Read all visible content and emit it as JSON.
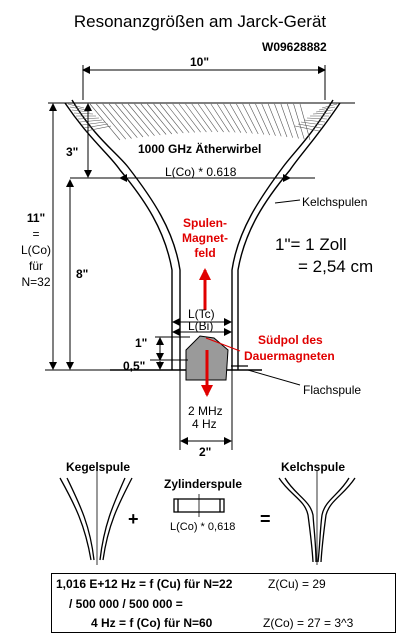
{
  "title": "Resonanzgrößen am Jarck-Gerät",
  "code": "W09628882",
  "dimensions": {
    "top_width": "10\"",
    "depth_3": "3\"",
    "depth_11_lines": [
      "11\"",
      "=",
      "L(Co)",
      "für",
      "N=32"
    ],
    "depth_8": "8\"",
    "depth_1": "1\"",
    "depth_05": "0,5\"",
    "bottom_width": "2\""
  },
  "labels": {
    "aether": "1000 GHz Ätherwirbel",
    "lco_0618": "L(Co) * 0.618",
    "kelchspulen": "Kelchspulen",
    "spulen_field_lines": [
      "Spulen-",
      "Magnet-",
      "feld"
    ],
    "inch_line1": "1\"= 1 Zoll",
    "inch_line2": "= 2,54 cm",
    "ltc": "L(Tc)",
    "lbi": "L(Bi)",
    "suedpol_lines": [
      "Südpol des",
      "Dauermagneten"
    ],
    "flachspule": "Flachspule",
    "freq_mhz": "2 MHz",
    "freq_hz": "4 Hz"
  },
  "bottom": {
    "kegelspule": "Kegelspule",
    "zylinderspule": "Zylinderspule",
    "kelchspule": "Kelchspule",
    "plus": "+",
    "equals": "=",
    "cyl_label": "L(Co) * 0,618"
  },
  "formula": {
    "line1": "1,016 E+12 Hz = f (Cu) für N=22",
    "line2": "/ 500 000 / 500 000 =",
    "line3": "4 Hz = f (Co) für N=60",
    "zcu": "Z(Cu) = 29",
    "zco": "Z(Co) = 27 = 3^3"
  },
  "colors": {
    "accent_red": "#e00000",
    "magnet_gray": "#9a9a9a"
  }
}
